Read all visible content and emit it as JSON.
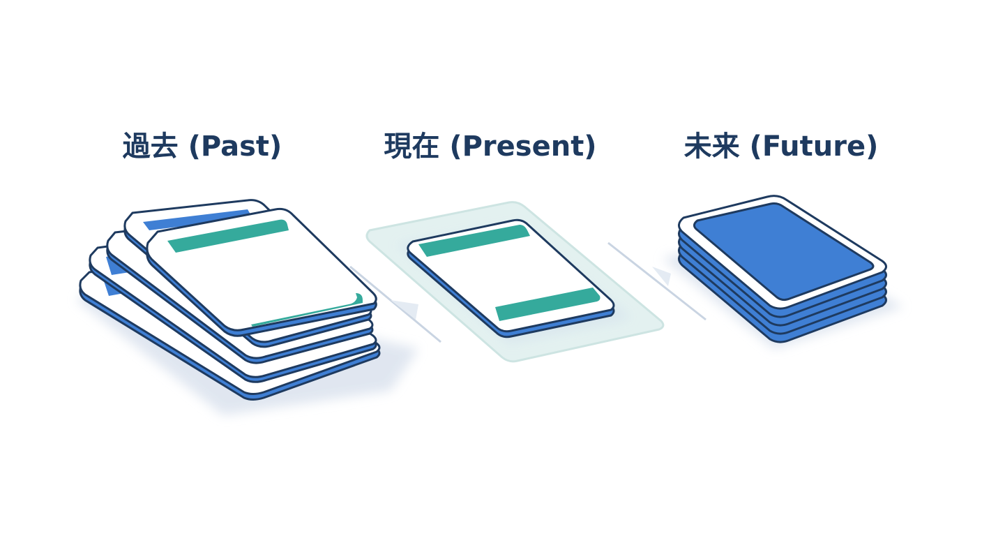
{
  "labels": {
    "past": "過去 (Past)",
    "present": "現在 (Present)",
    "future": "未来 (Future)"
  },
  "colors": {
    "outline": "#1e3a5f",
    "blue": "#3f7fd4",
    "teal": "#35aa9c",
    "shadow": "#dde4ef",
    "present_glow": "#e3f1f0",
    "card_face": "#ffffff"
  }
}
